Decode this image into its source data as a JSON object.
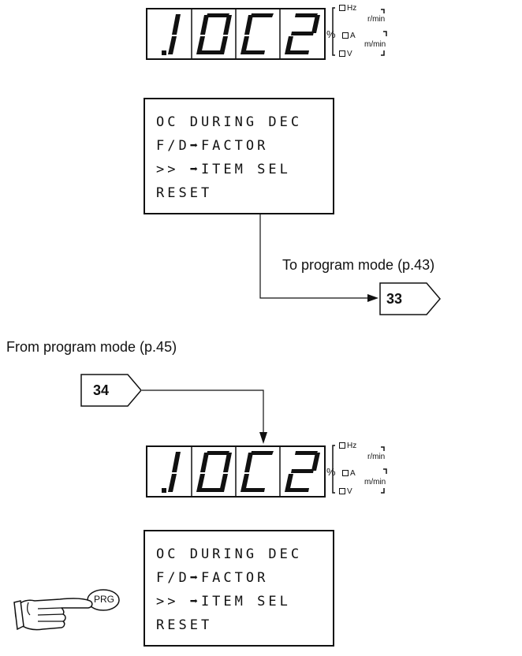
{
  "display_top": {
    "digits": [
      "1.",
      "O",
      "C",
      "2"
    ],
    "percent": "%",
    "units": {
      "hz": "Hz",
      "rmin": "r/min",
      "a": "A",
      "mmin": "m/min",
      "v": "V"
    }
  },
  "lcd_top": {
    "lines": [
      "OC DURING DEC",
      "F/D➡FACTOR",
      ">> ➡ITEM SEL",
      "RESET"
    ]
  },
  "to_program": {
    "caption": "To program mode (p.43)",
    "tag": "33"
  },
  "from_program": {
    "caption": "From program mode (p.45)",
    "tag": "34"
  },
  "display_bottom": {
    "digits": [
      "1.",
      "O",
      "C",
      "2"
    ],
    "percent": "%",
    "units": {
      "hz": "Hz",
      "rmin": "r/min",
      "a": "A",
      "mmin": "m/min",
      "v": "V"
    }
  },
  "lcd_bottom": {
    "lines": [
      "OC DURING DEC",
      "F/D➡FACTOR",
      ">> ➡ITEM SEL",
      "RESET"
    ]
  },
  "prg_key": {
    "label": "PRG",
    "icon": "hand-pointing-icon"
  }
}
